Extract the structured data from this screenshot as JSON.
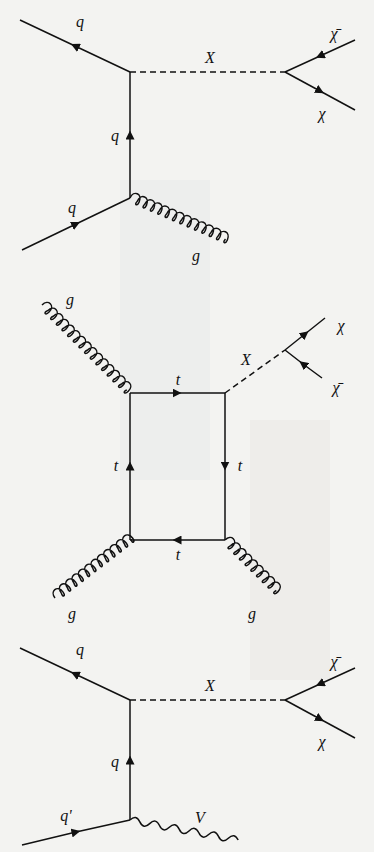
{
  "diagram": {
    "labels": [
      "q",
      "X",
      "χ̄",
      "χ",
      "q",
      "q",
      "g",
      "g",
      "χ",
      "X",
      "t",
      "χ̄",
      "t",
      "t",
      "t",
      "g",
      "g",
      "q",
      "X",
      "χ̄",
      "χ",
      "q",
      "q'",
      "V"
    ]
  }
}
